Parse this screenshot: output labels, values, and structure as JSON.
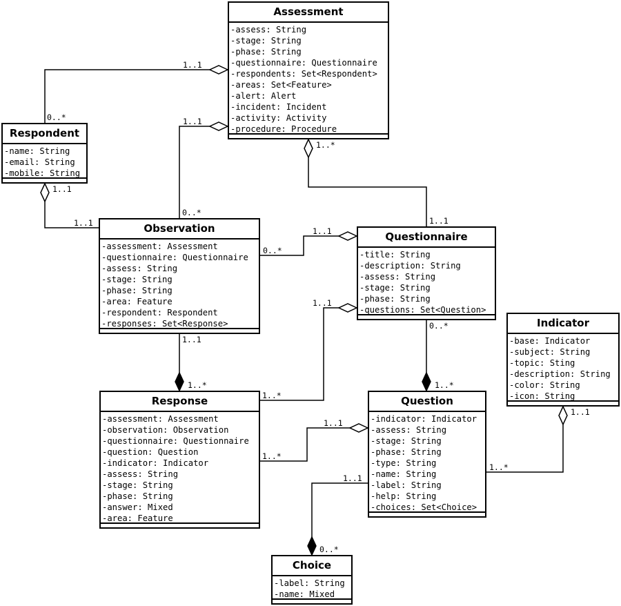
{
  "classes": {
    "assessment": {
      "name": "Assessment",
      "attrs": [
        "-assess: String",
        "-stage: String",
        "-phase: String",
        "-questionnaire: Questionnaire",
        "-respondents: Set<Respondent>",
        "-areas: Set<Feature>",
        "-alert: Alert",
        "-incident: Incident",
        "-activity: Activity",
        "-procedure: Procedure"
      ]
    },
    "respondent": {
      "name": "Respondent",
      "attrs": [
        "-name: String",
        "-email: String",
        "-mobile: String"
      ]
    },
    "observation": {
      "name": "Observation",
      "attrs": [
        "-assessment: Assessment",
        "-questionnaire: Questionnaire",
        "-assess: String",
        "-stage: String",
        "-phase: String",
        "-area: Feature",
        "-respondent: Respondent",
        "-responses: Set<Response>"
      ]
    },
    "questionnaire": {
      "name": "Questionnaire",
      "attrs": [
        "-title: String",
        "-description: String",
        "-assess: String",
        "-stage: String",
        "-phase: String",
        "-questions: Set<Question>"
      ]
    },
    "indicator": {
      "name": "Indicator",
      "attrs": [
        "-base: Indicator",
        "-subject: String",
        "-topic: Sting",
        "-description: String",
        "-color: String",
        "-icon: String"
      ]
    },
    "response": {
      "name": "Response",
      "attrs": [
        "-assessment: Assessment",
        "-observation: Observation",
        "-questionnaire: Questionnaire",
        "-question: Question",
        "-indicator: Indicator",
        "-assess: String",
        "-stage: String",
        "-phase: String",
        "-answer: Mixed",
        "-area: Feature"
      ]
    },
    "question": {
      "name": "Question",
      "attrs": [
        "-indicator: Indicator",
        "-assess: String",
        "-stage: String",
        "-phase: String",
        "-type: String",
        "-name: String",
        "-label: String",
        "-help: String",
        "-choices: Set<Choice>"
      ]
    },
    "choice": {
      "name": "Choice",
      "attrs": [
        "-label: String",
        "-name: Mixed"
      ]
    }
  },
  "associations": [
    {
      "id": "respondent-assessment",
      "kind": "aggregation",
      "whole": "assessment",
      "part": "respondent",
      "whole_mult": "1..1",
      "part_mult": "0..*"
    },
    {
      "id": "observation-assessment",
      "kind": "aggregation",
      "whole": "assessment",
      "part": "observation",
      "whole_mult": "1..1",
      "part_mult": "0..*"
    },
    {
      "id": "questionnaire-assessment",
      "kind": "aggregation",
      "whole": "assessment",
      "part": "questionnaire",
      "whole_mult": "1..*",
      "part_mult": "1..1"
    },
    {
      "id": "observation-respondent",
      "kind": "aggregation",
      "whole": "respondent",
      "part": "observation",
      "whole_mult": "1..1",
      "part_mult": "1..1"
    },
    {
      "id": "observation-questionnaire",
      "kind": "aggregation",
      "whole": "questionnaire",
      "part": "observation",
      "whole_mult": "1..1",
      "part_mult": "0..*"
    },
    {
      "id": "response-questionnaire",
      "kind": "aggregation",
      "whole": "questionnaire",
      "part": "response",
      "whole_mult": "1..1",
      "part_mult": "1..*"
    },
    {
      "id": "observation-response",
      "kind": "composition",
      "whole": "observation",
      "part": "response",
      "whole_mult": "1..1",
      "part_mult": "1..*"
    },
    {
      "id": "questionnaire-question",
      "kind": "composition",
      "whole": "questionnaire",
      "part": "question",
      "whole_mult": "0..*",
      "part_mult": "1..*"
    },
    {
      "id": "response-question",
      "kind": "aggregation",
      "whole": "question",
      "part": "response",
      "whole_mult": "1..1",
      "part_mult": "1..*"
    },
    {
      "id": "question-indicator",
      "kind": "aggregation",
      "whole": "indicator",
      "part": "question",
      "whole_mult": "1..1",
      "part_mult": "1..*"
    },
    {
      "id": "question-choice",
      "kind": "composition",
      "whole": "question",
      "part": "choice",
      "whole_mult": "1..1",
      "part_mult": "0..*"
    }
  ]
}
